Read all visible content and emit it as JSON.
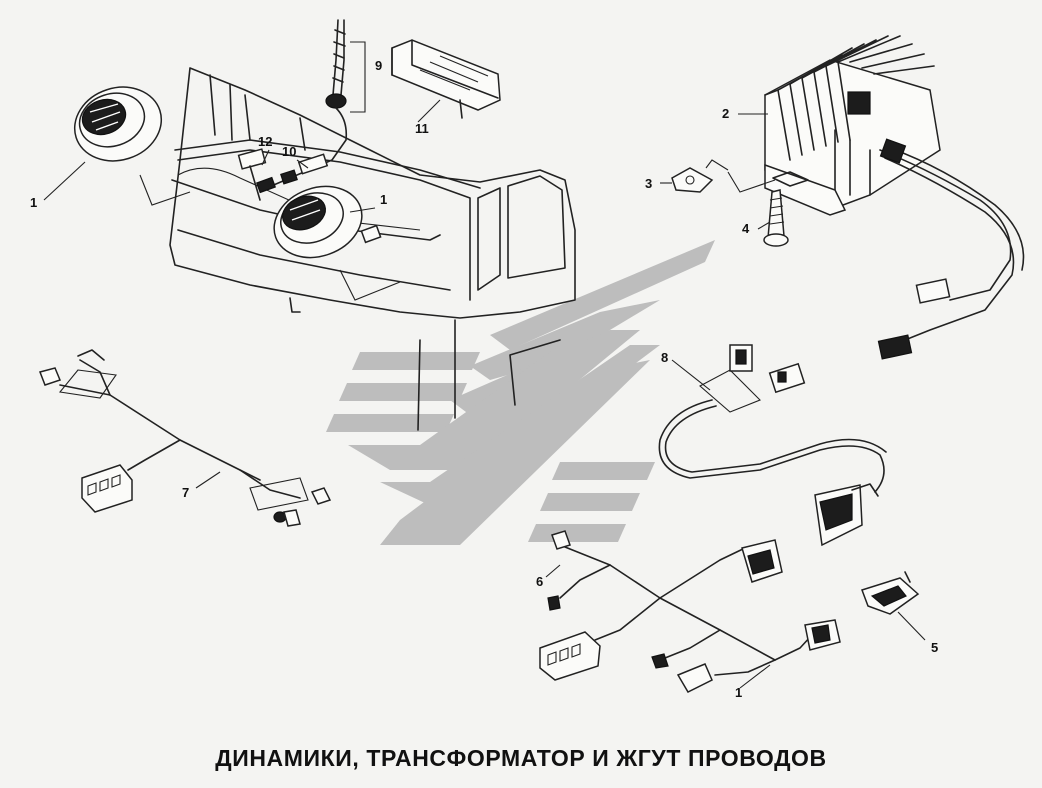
{
  "caption": "ДИНАМИКИ, ТРАНСФОРМАТОР И ЖГУТ ПРОВОДОВ",
  "callouts": {
    "speaker_left": "1",
    "speaker_dash": "1",
    "harness_main": "1",
    "transformer": "2",
    "bracket": "3",
    "screw": "4",
    "switch_unit": "5",
    "harness_6": "6",
    "harness_7": "7",
    "cable_8": "8",
    "antenna": "9",
    "plug_10": "10",
    "radio": "11",
    "plug_12": "12"
  }
}
